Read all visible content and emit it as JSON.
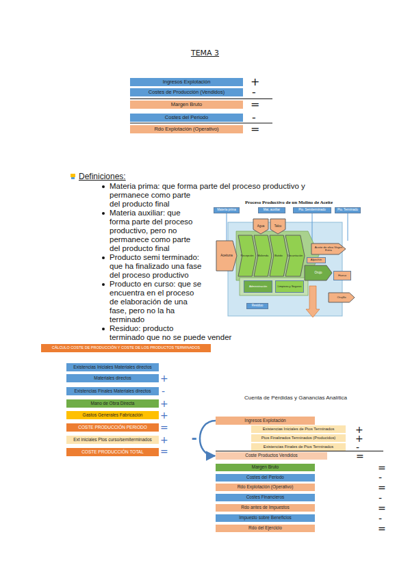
{
  "diagram": {
    "title": "TEMA 3",
    "nodes": [
      {
        "text": [
          "Ingresos Explotación"
        ]
      },
      {
        "text": [
          "Costes de Producción (Vendidos)"
        ]
      },
      {
        "text": [
          "Margen Bruto"
        ]
      },
      {
        "text": [
          "Costes del Periodo"
        ]
      },
      {
        "text": [
          "Rdo Explotación (Operativo)"
        ]
      },
      {
        "text": [
          "Materia prima"
        ]
      },
      {
        "text": [
          "Mat. auxiliar"
        ]
      },
      {
        "text": [
          "Pto. Semiterminado"
        ]
      },
      {
        "text": [
          "Pto. Terminado"
        ]
      },
      {
        "text": [
          "Aceituna"
        ]
      },
      {
        "text": [
          "Agua"
        ]
      },
      {
        "text": [
          "Talco"
        ]
      },
      {
        "text": [
          "Recepción"
        ]
      },
      {
        "text": [
          "Molienda"
        ]
      },
      {
        "text": [
          "Batido"
        ]
      },
      {
        "text": [
          "Decantación"
        ]
      },
      {
        "text": [
          "Aceite de oliva Virgen Extra"
        ]
      },
      {
        "text": [
          "Alpechín"
        ]
      },
      {
        "text": [
          "Orujo"
        ]
      },
      {
        "text": [
          "Hueso"
        ]
      },
      {
        "text": [
          "Administración"
        ]
      },
      {
        "text": [
          "Limpieza y Seguros"
        ]
      },
      {
        "text": [
          "Residuo"
        ]
      },
      {
        "text": [
          "Orujillo"
        ]
      },
      {
        "text": [
          "CÁLCULO COSTE DE PRODUCCIÓN Y COSTE DE LOS PRODUCTOS TERMINADOS"
        ]
      },
      {
        "text": [
          "Existencias Iniciales Materiales directos"
        ]
      },
      {
        "text": [
          "Materiales directos"
        ]
      },
      {
        "text": [
          "Existencias Finales Materiales directos"
        ]
      },
      {
        "text": [
          "Mano de Obra Directa"
        ]
      },
      {
        "text": [
          "Gastos Generales Fabricación"
        ]
      },
      {
        "text": [
          "COSTE PRODUCCIÓN PERIODO"
        ]
      },
      {
        "text": [
          "Ext iniciales Ptos curso/semiterminados"
        ]
      },
      {
        "text": [
          "COSTE PRODUCCIÓN TOTAL"
        ]
      },
      {
        "text": [
          "Ingresos Explotación"
        ]
      },
      {
        "text": [
          "Existencias Iniciales de Ptos Terminados"
        ]
      },
      {
        "text": [
          "Ptos Finalizados Terminados (Producidos)"
        ]
      },
      {
        "text": [
          "Existencias Finales de Ptos Terminados"
        ]
      },
      {
        "text": [
          "Coste Productos Vendidos"
        ]
      },
      {
        "text": [
          "Margen Bruto"
        ]
      },
      {
        "text": [
          "Costes del Periodo"
        ]
      },
      {
        "text": [
          "Rdo Explotación (Operativo)"
        ]
      },
      {
        "text": [
          "Costes Financieros"
        ]
      },
      {
        "text": [
          "Rdo antes de Impuestos"
        ]
      },
      {
        "text": [
          "Impuesto sobre Beneficios"
        ]
      },
      {
        "text": [
          "Rdo del Ejercicio"
        ]
      }
    ],
    "edges": [
      {
        "from": 33,
        "to": 37,
        "label": "-",
        "arrow": "to"
      }
    ],
    "labels": [
      "+",
      "-",
      "=",
      "-",
      "=",
      "Definiciones:",
      "Materia prima: que forma parte del proceso productivo y permanece como parte del producto final",
      "Materia auxiliar: que forma parte del proceso productivo, pero no permanece como parte del producto final",
      "Producto semi terminado: que ha finalizado una fase del proceso productivo",
      "Producto en curso: que se encuentra en el proceso de elaboración de una fase, pero no la ha terminado",
      "Residuo: producto terminado que no se puede vender",
      "Proceso Productivo de un Molino de Aceite",
      "+",
      "-",
      "+",
      "+",
      "=",
      "+",
      "=",
      "Cuenta de Pérdidas y Ganancias Analítica",
      "+",
      "+",
      "-",
      "=",
      "=",
      "-",
      "=",
      "-",
      "=",
      "-",
      "="
    ]
  }
}
